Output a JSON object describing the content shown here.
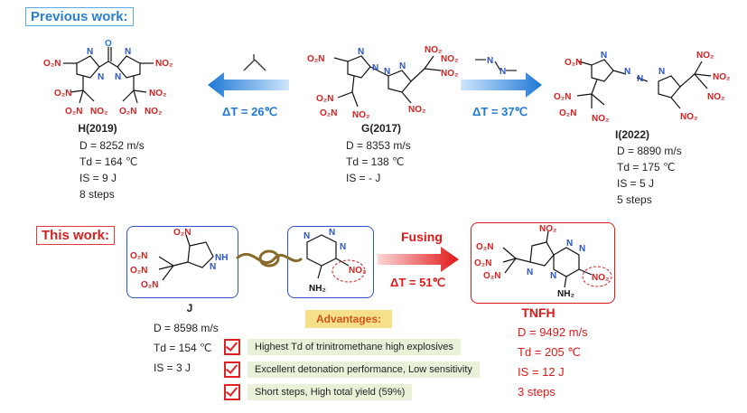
{
  "labels": {
    "previous": "Previous work:",
    "this": "This work:",
    "advantages": "Advantages:"
  },
  "compounds": {
    "H": {
      "name": "H(2019)",
      "props": [
        "D = 8252 m/s",
        "Td = 164 ℃",
        "IS = 9 J",
        "8 steps"
      ]
    },
    "G": {
      "name": "G(2017)",
      "props": [
        "D = 8353 m/s",
        "Td = 138 ℃",
        "IS = - J"
      ]
    },
    "I": {
      "name": "I(2022)",
      "props": [
        "D = 8890 m/s",
        "Td = 175 ℃",
        "IS = 5 J",
        "5 steps"
      ]
    },
    "J": {
      "name": "J",
      "props": [
        "D = 8598 m/s",
        "Td = 154 ℃",
        "IS = 3 J"
      ]
    },
    "TNFH": {
      "name": "TNFH",
      "props": [
        "D = 9492 m/s",
        "Td = 205 ℃",
        "IS = 12 J",
        "3 steps"
      ]
    }
  },
  "arrows": {
    "left": "ΔT = 26℃",
    "right": "ΔT = 37℃",
    "fusing": "Fusing",
    "fusing_dt": "ΔT = 51℃"
  },
  "advantages": [
    "Highest Td of trinitromethane high explosives",
    "Excellent detonation performance, Low sensitivity",
    "Short steps, High total yield (59%)"
  ],
  "colors": {
    "blue": "#1e78d6",
    "red": "#e01818"
  }
}
